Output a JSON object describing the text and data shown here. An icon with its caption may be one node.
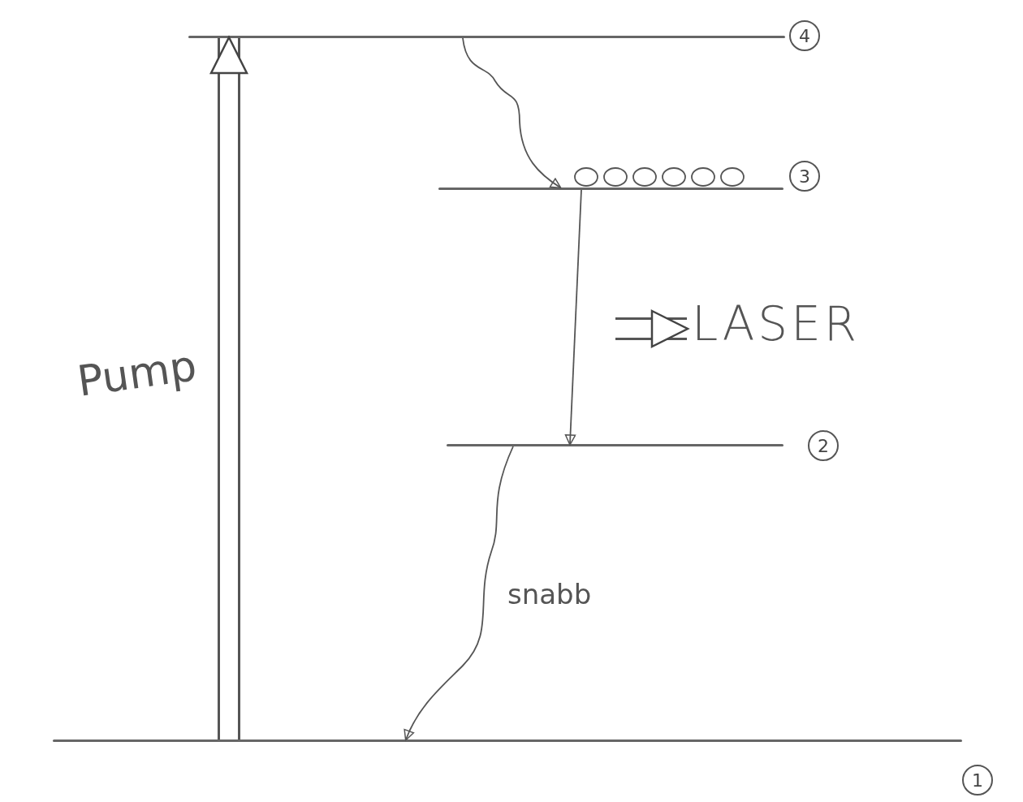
{
  "diagram": {
    "nodes": [
      {
        "text": [],
        "shape": "bar",
        "beside": [
          "4"
        ]
      },
      {
        "text": [],
        "shape": "bar",
        "beside": [
          "3"
        ]
      },
      {
        "text": [],
        "shape": "bar",
        "beside": [
          "2"
        ]
      },
      {
        "text": [],
        "shape": "bar",
        "beside": [
          "1"
        ]
      },
      {
        "text": [
          "LASER"
        ]
      }
    ],
    "edges": [
      {
        "from": 3,
        "to": 0,
        "arrow": "to",
        "style": "thick",
        "label": "Pump"
      },
      {
        "from": 0,
        "to": 1,
        "arrow": "to"
      },
      {
        "from": 1,
        "to": 2,
        "arrow": "to"
      },
      {
        "from": 2,
        "to": 3,
        "arrow": "to",
        "label": "snabb"
      },
      {
        "from": null,
        "to": 4,
        "arrow": "to",
        "style": "thick"
      }
    ]
  }
}
